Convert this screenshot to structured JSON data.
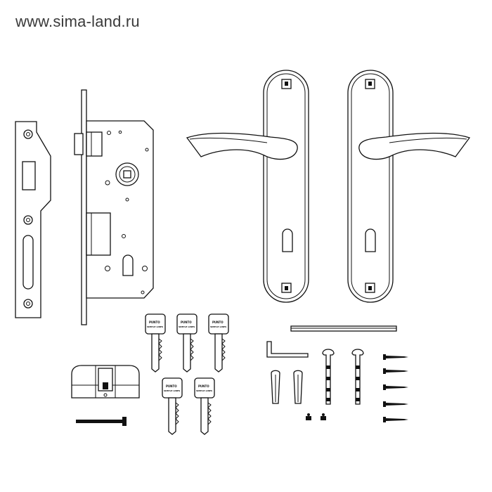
{
  "watermark": "www.sima-land.ru",
  "key_brand": "PUNTO",
  "key_subtext": "SIMPLE LINES",
  "components": {
    "strike_plate": "strike-plate",
    "lock_body": "mortise-lock-body",
    "handles": [
      "lever-handle-left",
      "lever-handle-right"
    ],
    "keys_count": 5,
    "cylinder": "euro-cylinder",
    "spindle": "square-spindle",
    "hex_key": "allen-key",
    "screws": 5
  }
}
